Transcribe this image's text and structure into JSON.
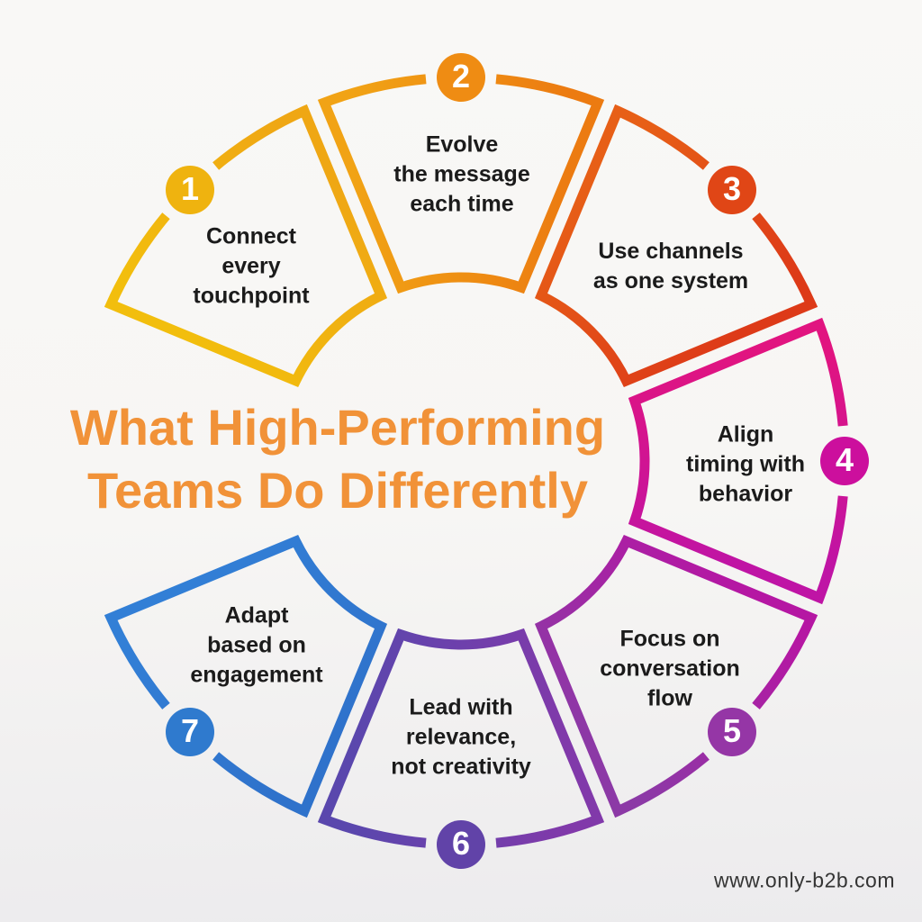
{
  "title": {
    "text": "What High-Performing\nTeams Do Differently",
    "color": "#F19238"
  },
  "footer": {
    "url": "www.only-b2b.com",
    "color": "#343434"
  },
  "colors": {
    "background_top": "#F9F8F6",
    "background_bottom": "#ECEBED",
    "label_text": "#1B1B1B",
    "badge_number": "#FFFFFF"
  },
  "wheel": {
    "segments": [
      {
        "number": "1",
        "label": "Connect\nevery\ntouchpoint",
        "color": "#EFB30F",
        "gradient": [
          "#F2BE0D",
          "#EFA714"
        ]
      },
      {
        "number": "2",
        "label": "Evolve\nthe message\neach time",
        "color": "#EF8C13",
        "gradient": [
          "#F1A315",
          "#EC7B11"
        ]
      },
      {
        "number": "3",
        "label": "Use channels\nas one system",
        "color": "#E04616",
        "gradient": [
          "#E75F17",
          "#DD3A18"
        ]
      },
      {
        "number": "4",
        "label": "Align\ntiming with\nbehavior",
        "color": "#CC0F9D",
        "gradient": [
          "#E11480",
          "#BF14A5"
        ]
      },
      {
        "number": "5",
        "label": "Focus on\nconversation\nflow",
        "color": "#9536A6",
        "gradient": [
          "#B517A3",
          "#8C39A6"
        ]
      },
      {
        "number": "6",
        "label": "Lead with\nrelevance,\nnot creativity",
        "color": "#6143A8",
        "gradient": [
          "#8139AA",
          "#5A47AD"
        ]
      },
      {
        "number": "7",
        "label": "Adapt\nbased on\nengagement",
        "color": "#2F7ACE",
        "gradient": [
          "#2F72CB",
          "#327FD6"
        ]
      }
    ]
  }
}
